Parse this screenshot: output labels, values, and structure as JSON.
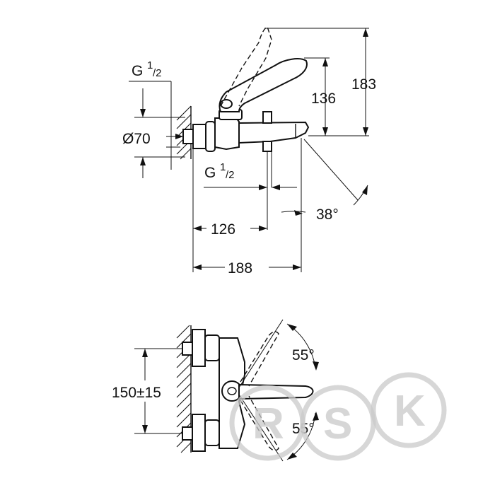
{
  "side_view": {
    "thread_top": {
      "main": "G",
      "sup": "1",
      "sub": "/2"
    },
    "diameter": "Ø70",
    "thread_bottom": {
      "main": "G",
      "sup": "1",
      "sub": "/2"
    },
    "dim_136": "136",
    "dim_183": "183",
    "dim_126": "126",
    "dim_188": "188",
    "angle_38": "38°"
  },
  "front_view": {
    "dim_150": "150±15",
    "angle_up": "55°",
    "angle_down": "55°"
  },
  "watermark": {
    "letters": [
      "R",
      "S",
      "K"
    ]
  }
}
